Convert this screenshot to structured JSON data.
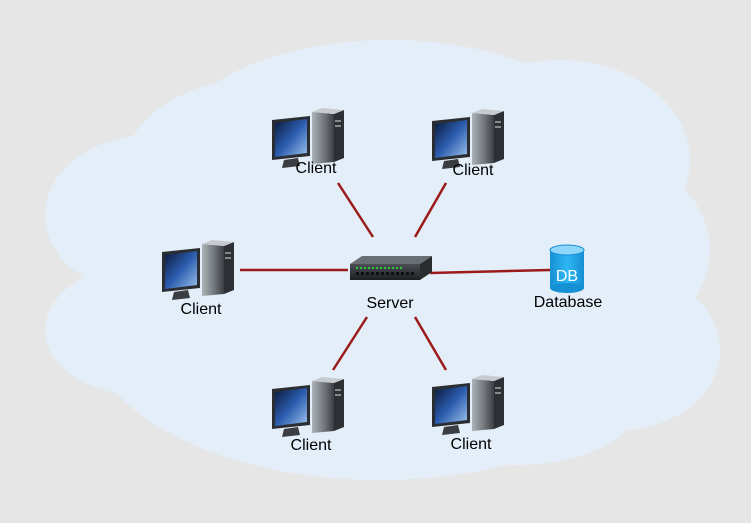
{
  "nodes": {
    "client_top_left": {
      "label": "Client",
      "icon": "desktop-computer-icon"
    },
    "client_top_right": {
      "label": "Client",
      "icon": "desktop-computer-icon"
    },
    "client_left": {
      "label": "Client",
      "icon": "desktop-computer-icon"
    },
    "client_bottom_left": {
      "label": "Client",
      "icon": "desktop-computer-icon"
    },
    "client_bottom_right": {
      "label": "Client",
      "icon": "desktop-computer-icon"
    },
    "server": {
      "label": "Server",
      "icon": "network-switch-icon"
    },
    "database": {
      "label": "Database",
      "icon": "database-icon",
      "badge": "DB"
    }
  },
  "colors": {
    "background": "#e6e6e6",
    "cloud_fill": "#e4eef8",
    "link": "#9b1b1b",
    "db_blue": "#1aa3e8"
  }
}
